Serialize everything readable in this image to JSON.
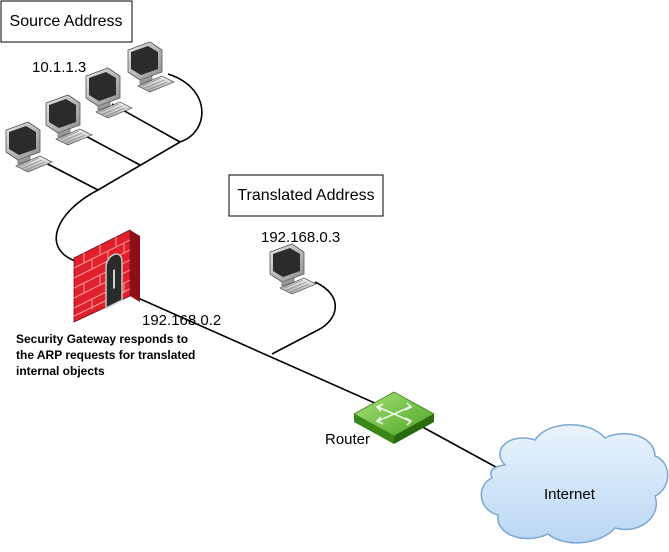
{
  "labels": {
    "source_address": "Source Address",
    "source_ip": "10.1.1.3",
    "translated_address": "Translated Address",
    "translated_ip": "192.168.0.3",
    "gateway_ip": "192.168.0.2",
    "gateway_note_line1": "Security Gateway responds to",
    "gateway_note_line2": "the ARP requests for translated",
    "gateway_note_line3": "internal objects",
    "router": "Router",
    "internet": "Internet"
  },
  "icons": {
    "workstation": "computer-icon",
    "gateway": "firewall-icon",
    "router": "router-icon",
    "internet": "cloud-icon"
  },
  "colors": {
    "firewall": "#e0202a",
    "router": "#6fc23a",
    "cloud": "#cfe6fa",
    "cloud_stroke": "#7aa7d6"
  }
}
